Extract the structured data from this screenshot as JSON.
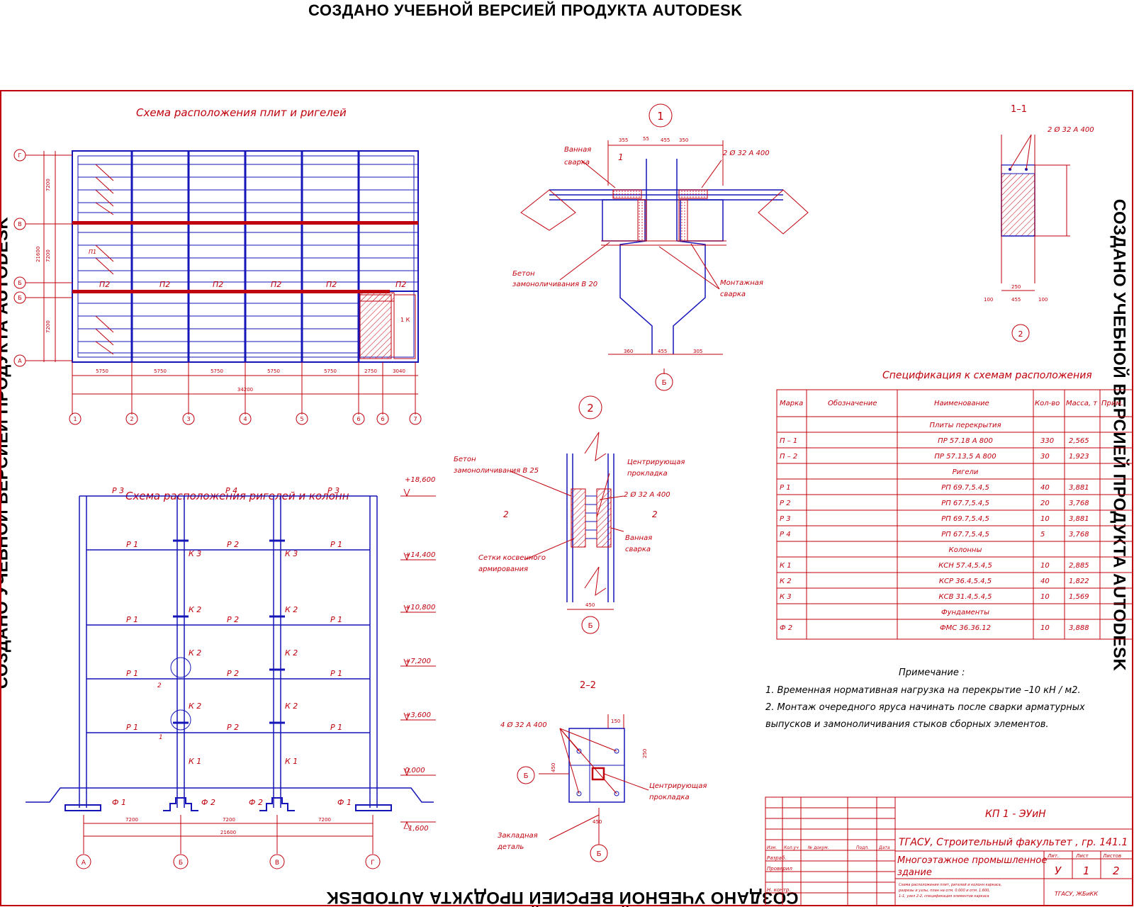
{
  "watermark": "СОЗДАНО УЧЕБНОЙ ВЕРСИЕЙ ПРОДУКТА AUTODESK",
  "plan": {
    "title": "Схема расположения плит и ригелей",
    "row_axes": [
      "Г",
      "В",
      "Б",
      "Б",
      "А"
    ],
    "col_axes": [
      "1",
      "2",
      "3",
      "4",
      "5",
      "6",
      "6",
      "7"
    ],
    "dims_bottom": [
      "5750",
      "5750",
      "5750",
      "5750",
      "5750",
      "2750",
      "3040"
    ],
    "dim_total": "34200",
    "dims_left": [
      "7200",
      "7200",
      "7200"
    ],
    "dim_left_total": "21600",
    "slab_label_p2": "П2",
    "slab_label_p1": "П1",
    "detail_mark": "1 К"
  },
  "node1": {
    "circle": "1",
    "axis": "Б",
    "label_weld_bath": [
      "Ванная",
      "сварка"
    ],
    "label_rebar": "2 Ø 32  А 400",
    "label_concrete": [
      "Бетон",
      "замоноличивания В 20"
    ],
    "label_mount": [
      "Монтажная",
      "сварка"
    ],
    "dims_top": [
      "355",
      "55",
      "455",
      "350"
    ],
    "dims_bottom": [
      "360",
      "455",
      "305"
    ],
    "section_mark": "1"
  },
  "section11": {
    "title": "1–1",
    "label_rebar": "2 Ø 32  А 400",
    "circle": "2",
    "dims": [
      "250",
      "455",
      "100",
      "100"
    ]
  },
  "spec": {
    "title": "Спецификация к схемам расположения",
    "headers": [
      "Марка",
      "Обозначение",
      "Наименование",
      "Кол-во",
      "Масса, т",
      "Прим."
    ],
    "rows": [
      [
        "",
        "",
        "Плиты перекрытия",
        "",
        ""
      ],
      [
        "П – 1",
        "",
        "ПР  57.18 А 800",
        "330",
        "2,565"
      ],
      [
        "П – 2",
        "",
        "ПР 57.13,5 А 800",
        "30",
        "1,923"
      ],
      [
        "",
        "",
        "Ригели",
        "",
        ""
      ],
      [
        "Р 1",
        "",
        "РП  69.7,5.4,5",
        "40",
        "3,881"
      ],
      [
        "Р 2",
        "",
        "РП  67.7,5.4,5",
        "20",
        "3,768"
      ],
      [
        "Р 3",
        "",
        "РП  69.7,5.4,5",
        "10",
        "3,881"
      ],
      [
        "Р 4",
        "",
        "РП  67.7,5.4,5",
        "5",
        "3,768"
      ],
      [
        "",
        "",
        "Колонны",
        "",
        ""
      ],
      [
        "К 1",
        "",
        "КСН  57.4,5.4,5",
        "10",
        "2,885"
      ],
      [
        "К 2",
        "",
        "КСР  36.4,5.4,5",
        "40",
        "1,822"
      ],
      [
        "К 3",
        "",
        "КСВ  31.4,5.4,5",
        "10",
        "1,569"
      ],
      [
        "",
        "",
        "Фундаменты",
        "",
        ""
      ],
      [
        "Ф 2",
        "",
        "ФМС  36.36.12",
        "10",
        "3,888"
      ]
    ]
  },
  "node2": {
    "circle": "2",
    "axis": "Б",
    "label_concrete": [
      "Бетон",
      "замоноличивания В 25"
    ],
    "label_pad": [
      "Центрирующая",
      "прокладка"
    ],
    "label_rebar": "2 Ø 32  А 400",
    "label_mesh": [
      "Сетки косвенного",
      "армирования"
    ],
    "label_weld": [
      "Ванная",
      "сварка"
    ],
    "section_mark": "2",
    "dim": "450"
  },
  "section22": {
    "title": "2–2",
    "label_rebar": "4 Ø 32  А 400",
    "label_pad": [
      "Центрирующая",
      "прокладка"
    ],
    "label_embed": [
      "Закладная",
      "деталь"
    ],
    "axis": "Б",
    "dims": [
      "150",
      "250",
      "450",
      "450"
    ]
  },
  "frame": {
    "title": "Схема расположения ригелей и колонн",
    "levels": [
      "+18,600",
      "+14,400",
      "+10,800",
      "+7,200",
      "+3,600",
      "0,000",
      "–1,600"
    ],
    "beams_top": [
      "Р 3",
      "Р 4",
      "Р 3"
    ],
    "beam_p1": "Р 1",
    "beam_p2": "Р 2",
    "cols_left": [
      "К 3",
      "К 2",
      "К 2",
      "К 2",
      "К 1"
    ],
    "cols_right": [
      "К 3",
      "К 2",
      "К 2",
      "К 2",
      "К 1"
    ],
    "foundations": [
      "Ф 1",
      "Ф 2",
      "Ф 2",
      "Ф 1"
    ],
    "axes": [
      "А",
      "Б",
      "В",
      "Г"
    ],
    "dims": [
      "7200",
      "7200",
      "7200"
    ],
    "dim_total": "21600",
    "node_marks": [
      "2",
      "1"
    ]
  },
  "notes": {
    "title": "Примечание :",
    "items": [
      "1.  Временная нормативная нагрузка на перекрытие –10 кН / м2.",
      "2.  Монтаж очередного яруса начинать после сварки арматурных",
      "выпусков и замоноличивания стыков сборных элементов."
    ]
  },
  "stamp": {
    "code": "КП 1 -  ЭУиН",
    "org": "ТГАСУ, Строительный факультет , гр. 141.1",
    "name": [
      "Многоэтажное промышленное",
      "здание"
    ],
    "stage": "У",
    "sheet": "1",
    "sheets": "2",
    "col_heads": [
      "Лит.",
      "Лист",
      "Листов"
    ],
    "side_heads": [
      "Изм.",
      "Кол.уч",
      "№ докум.",
      "Подп.",
      "Дата"
    ],
    "roles": [
      "Разраб.",
      "Проверил",
      "Н. контр."
    ],
    "desc": [
      "Схема расположения плит, ригелей и колонн каркаса,",
      "разрезы и узлы, план на отм. 0.000 и отм. 1.600,",
      "1-1, узел 2-2, спецификация элементов каркаса"
    ],
    "univ": "ТГАСУ, ЖБиКК"
  },
  "colors": {
    "frame": "#c0000c",
    "structure": "#1515b8",
    "hatch": "#c0000c"
  }
}
